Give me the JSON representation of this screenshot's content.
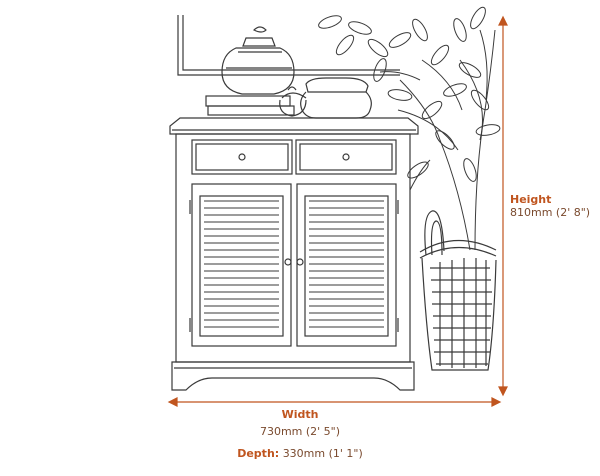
{
  "dimensions": {
    "height": {
      "label": "Height",
      "value": "810mm (2' 8\")"
    },
    "width": {
      "label": "Width",
      "value": "730mm (2' 5\")"
    },
    "depth": {
      "label": "Depth:",
      "value": "330mm (1' 1\")"
    }
  },
  "colors": {
    "accent": "#c0551f",
    "text": "#7a4a2e",
    "line": "#3a3a3a"
  }
}
